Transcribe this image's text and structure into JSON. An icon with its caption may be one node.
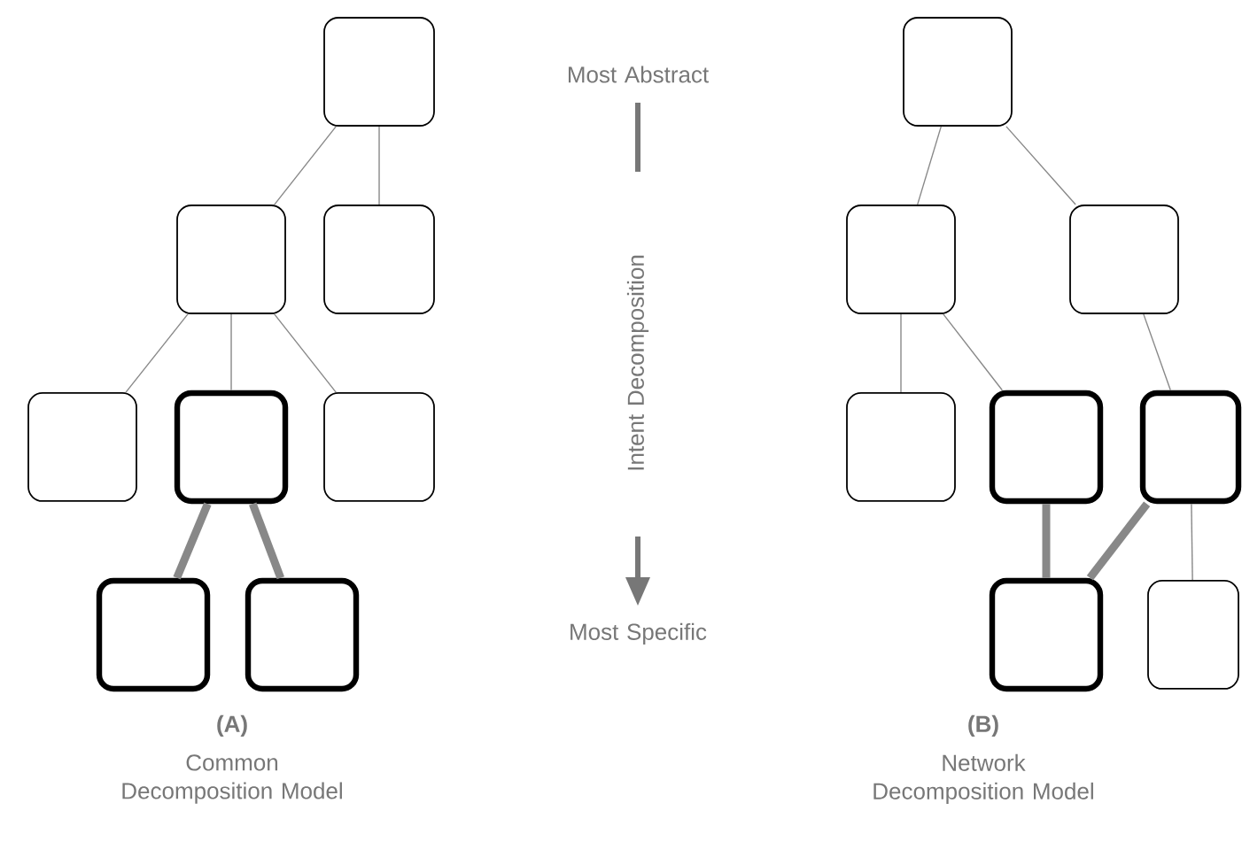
{
  "diagram": {
    "nodes": [
      {
        "text": [],
        "shape": "box"
      },
      {
        "text": [],
        "shape": "box"
      },
      {
        "text": [],
        "shape": "box"
      },
      {
        "text": [],
        "shape": "box"
      },
      {
        "text": [],
        "shape": "box"
      },
      {
        "text": [],
        "shape": "box"
      },
      {
        "text": [],
        "shape": "box"
      },
      {
        "text": [],
        "shape": "box"
      },
      {
        "text": [],
        "shape": "box"
      },
      {
        "text": [],
        "shape": "box"
      },
      {
        "text": [],
        "shape": "box"
      },
      {
        "text": [],
        "shape": "box"
      },
      {
        "text": [],
        "shape": "box"
      },
      {
        "text": [],
        "shape": "box"
      },
      {
        "text": [],
        "shape": "box"
      },
      {
        "text": [],
        "shape": "box"
      }
    ],
    "edges": [
      {
        "from": 0,
        "to": 1,
        "arrow": "none"
      },
      {
        "from": 0,
        "to": 2,
        "arrow": "none"
      },
      {
        "from": 1,
        "to": 3,
        "arrow": "none"
      },
      {
        "from": 1,
        "to": 4,
        "arrow": "none"
      },
      {
        "from": 1,
        "to": 5,
        "arrow": "none"
      },
      {
        "from": 4,
        "to": 6,
        "arrow": "none",
        "style": "thick"
      },
      {
        "from": 4,
        "to": 7,
        "arrow": "none",
        "style": "thick"
      },
      {
        "from": 8,
        "to": 9,
        "arrow": "none"
      },
      {
        "from": 8,
        "to": 10,
        "arrow": "none"
      },
      {
        "from": 9,
        "to": 11,
        "arrow": "none"
      },
      {
        "from": 9,
        "to": 12,
        "arrow": "none"
      },
      {
        "from": 10,
        "to": 13,
        "arrow": "none"
      },
      {
        "from": 12,
        "to": 14,
        "arrow": "none",
        "style": "thick"
      },
      {
        "from": 13,
        "to": 14,
        "arrow": "none",
        "style": "thick"
      },
      {
        "from": 13,
        "to": 15,
        "arrow": "none"
      }
    ],
    "labels": [
      "Most Abstract",
      "Intent Decomposition",
      "Most Specific",
      "(A)",
      "Common Decomposition Model",
      "(B)",
      "Network Decomposition Model"
    ]
  }
}
